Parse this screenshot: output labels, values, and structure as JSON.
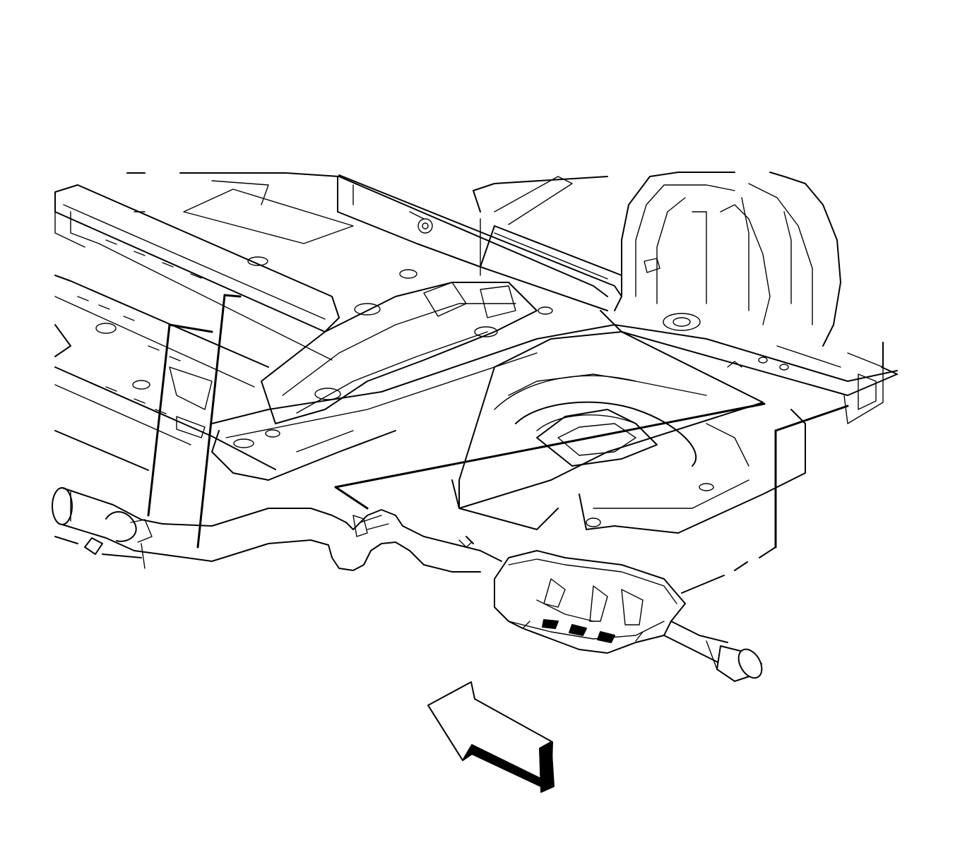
{
  "figure": {
    "background": "#ffffff",
    "line_color": "#000000",
    "components": [
      {
        "name": "vehicle-underbody",
        "icon": "underbody-frame-drawing"
      },
      {
        "name": "spare-tire-well",
        "icon": "tire-well-drawing"
      },
      {
        "name": "rear-wheelhouse",
        "icon": "wheelhouse-drawing"
      },
      {
        "name": "intermediate-exhaust-pipe",
        "icon": "exhaust-pipe-drawing"
      },
      {
        "name": "rear-muffler",
        "icon": "muffler-drawing"
      },
      {
        "name": "tailpipe",
        "icon": "tailpipe-drawing"
      },
      {
        "name": "view-direction-arrow",
        "icon": "arrow-icon"
      }
    ]
  }
}
